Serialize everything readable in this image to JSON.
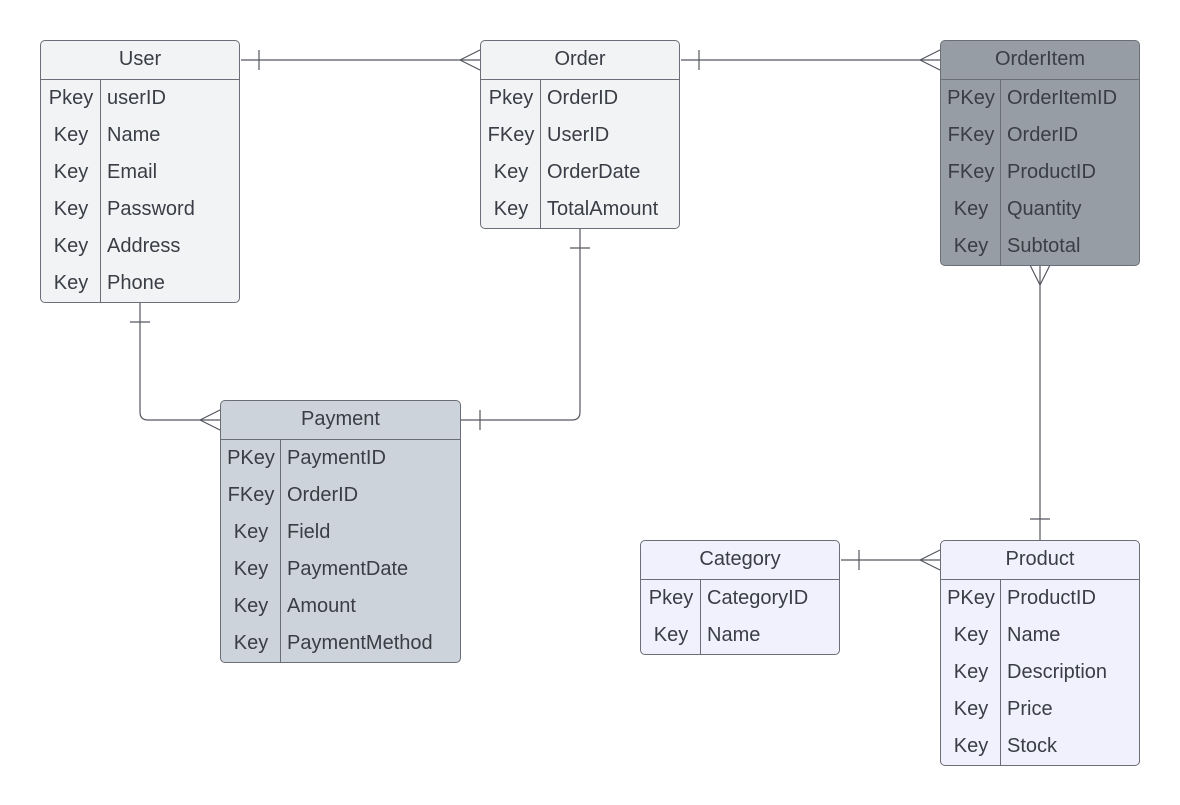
{
  "entities": {
    "user": {
      "title": "User",
      "rows": [
        {
          "key": "Pkey",
          "field": "userID"
        },
        {
          "key": "Key",
          "field": "Name"
        },
        {
          "key": "Key",
          "field": "Email"
        },
        {
          "key": "Key",
          "field": "Password"
        },
        {
          "key": "Key",
          "field": "Address"
        },
        {
          "key": "Key",
          "field": "Phone"
        }
      ]
    },
    "order": {
      "title": "Order",
      "rows": [
        {
          "key": "Pkey",
          "field": "OrderID"
        },
        {
          "key": "FKey",
          "field": "UserID"
        },
        {
          "key": "Key",
          "field": "OrderDate"
        },
        {
          "key": "Key",
          "field": "TotalAmount"
        }
      ]
    },
    "orderitem": {
      "title": "OrderItem",
      "rows": [
        {
          "key": "PKey",
          "field": "OrderItemID"
        },
        {
          "key": "FKey",
          "field": "OrderID"
        },
        {
          "key": "FKey",
          "field": "ProductID"
        },
        {
          "key": "Key",
          "field": "Quantity"
        },
        {
          "key": "Key",
          "field": "Subtotal"
        }
      ]
    },
    "payment": {
      "title": "Payment",
      "rows": [
        {
          "key": "PKey",
          "field": "PaymentID"
        },
        {
          "key": "FKey",
          "field": "OrderID"
        },
        {
          "key": "Key",
          "field": "Field"
        },
        {
          "key": "Key",
          "field": "PaymentDate"
        },
        {
          "key": "Key",
          "field": "Amount"
        },
        {
          "key": "Key",
          "field": "PaymentMethod"
        }
      ]
    },
    "category": {
      "title": "Category",
      "rows": [
        {
          "key": "Pkey",
          "field": "CategoryID"
        },
        {
          "key": "Key",
          "field": "Name"
        }
      ]
    },
    "product": {
      "title": "Product",
      "rows": [
        {
          "key": "PKey",
          "field": "ProductID"
        },
        {
          "key": "Key",
          "field": "Name"
        },
        {
          "key": "Key",
          "field": "Description"
        },
        {
          "key": "Key",
          "field": "Price"
        },
        {
          "key": "Key",
          "field": "Stock"
        }
      ]
    }
  },
  "relationships": [
    {
      "from": "User",
      "to": "Order",
      "from_cardinality": "one",
      "to_cardinality": "many"
    },
    {
      "from": "Order",
      "to": "OrderItem",
      "from_cardinality": "one",
      "to_cardinality": "many"
    },
    {
      "from": "User",
      "to": "Payment",
      "from_cardinality": "one",
      "to_cardinality": "many"
    },
    {
      "from": "Order",
      "to": "Payment",
      "from_cardinality": "one",
      "to_cardinality": "one"
    },
    {
      "from": "Product",
      "to": "OrderItem",
      "from_cardinality": "one",
      "to_cardinality": "many"
    },
    {
      "from": "Category",
      "to": "Product",
      "from_cardinality": "one",
      "to_cardinality": "many"
    }
  ],
  "colors": {
    "light": "#f2f3f5",
    "mid": "#cdd3da",
    "dark": "#979da4",
    "lavender": "#f1f1fd",
    "border": "#6b6e76",
    "line": "#55585f"
  }
}
